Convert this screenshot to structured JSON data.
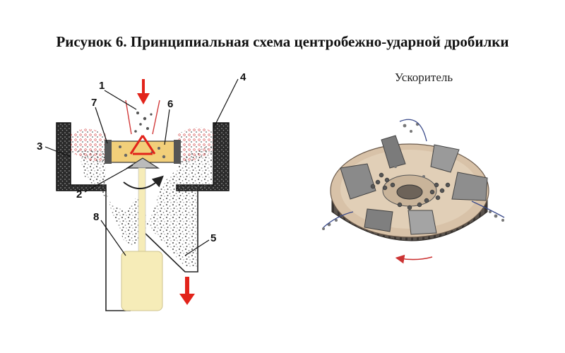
{
  "figure": {
    "title": "Рисунок 6. Принципиальная схема центробежно-ударной дробилки",
    "accelerator_label": "Ускоритель"
  },
  "callouts": {
    "n1": "1",
    "n2": "2",
    "n3": "3",
    "n4": "4",
    "n5": "5",
    "n6": "6",
    "n7": "7",
    "n8": "8"
  },
  "colors": {
    "arrow_red": "#e2231a",
    "rotor_tan": "#f2cf7a",
    "motor_cream": "#f6ecb8",
    "wall_dark": "#2b2b2b",
    "disc_beige": "#d8c2a8"
  }
}
